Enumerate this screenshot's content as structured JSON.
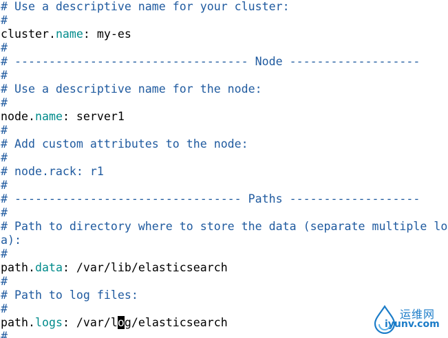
{
  "config_lines": [
    {
      "type": "comment",
      "text": "# Use a descriptive name for your cluster:"
    },
    {
      "type": "comment",
      "text": "#"
    },
    {
      "type": "setting",
      "obj": "cluster",
      "prop": "name",
      "value": "my-es"
    },
    {
      "type": "comment",
      "text": "#"
    },
    {
      "type": "comment",
      "text": "# ---------------------------------- Node -------------------"
    },
    {
      "type": "comment",
      "text": "#"
    },
    {
      "type": "comment",
      "text": "# Use a descriptive name for the node:"
    },
    {
      "type": "comment",
      "text": "#"
    },
    {
      "type": "setting",
      "obj": "node",
      "prop": "name",
      "value": "server1"
    },
    {
      "type": "comment",
      "text": "#"
    },
    {
      "type": "comment",
      "text": "# Add custom attributes to the node:"
    },
    {
      "type": "comment",
      "text": "#"
    },
    {
      "type": "comment",
      "text": "# node.rack: r1"
    },
    {
      "type": "comment",
      "text": "#"
    },
    {
      "type": "comment",
      "text": "# --------------------------------- Paths -------------------"
    },
    {
      "type": "comment",
      "text": "#"
    },
    {
      "type": "comment",
      "text": "# Path to directory where to store the data (separate multiple lo"
    },
    {
      "type": "comment",
      "text": "a):"
    },
    {
      "type": "comment",
      "text": "#"
    },
    {
      "type": "setting",
      "obj": "path",
      "prop": "data",
      "value": "/var/lib/elasticsearch"
    },
    {
      "type": "comment",
      "text": "#"
    },
    {
      "type": "comment",
      "text": "# Path to log files:"
    },
    {
      "type": "comment",
      "text": "#"
    },
    {
      "type": "setting",
      "obj": "path",
      "prop": "logs",
      "value": "/var/log/elasticsearch",
      "cursor_index": 6
    },
    {
      "type": "comment",
      "text": "#"
    }
  ],
  "colors": {
    "comment": "#1f5a9f",
    "property": "#008b8b",
    "text": "#000000",
    "background": "#ffffff"
  },
  "watermark": {
    "cn_text": "运维网",
    "en_text": "iyunv.com",
    "icon": "water-drop-logo-icon"
  }
}
